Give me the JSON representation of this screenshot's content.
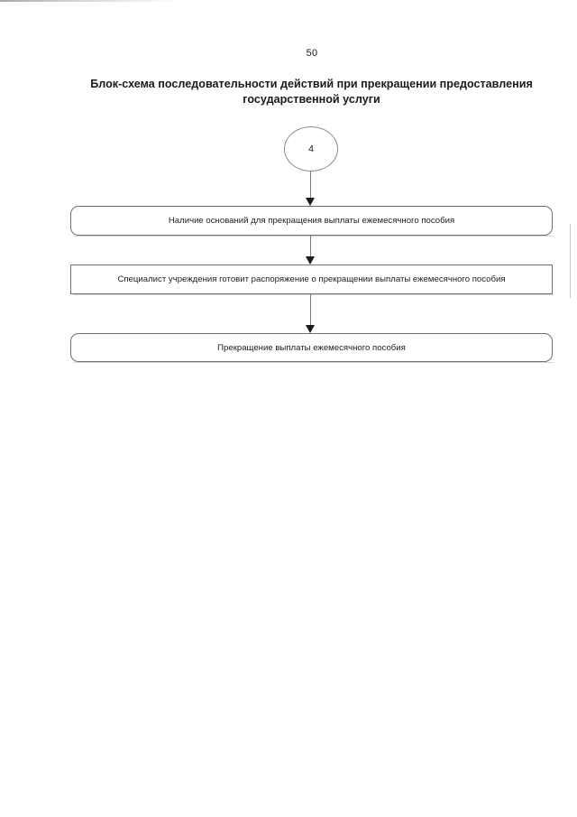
{
  "page": {
    "number": "50",
    "title_line1": "Блок-схема последовательности действий при прекращении предоставления",
    "title_line2": "государственной услуги"
  },
  "flowchart": {
    "connector": {
      "label": "4",
      "shape": "ellipse"
    },
    "nodes": [
      {
        "id": "box-1",
        "label": "Наличие оснований для прекращения выплаты ежемесячного пособия",
        "shape": "rounded-rectangle"
      },
      {
        "id": "box-2",
        "label": "Специалист учреждения готовит распоряжение о прекращении выплаты ежемесячного пособия",
        "shape": "rectangle"
      },
      {
        "id": "box-3",
        "label": "Прекращение выплаты ежемесячного пособия",
        "shape": "rounded-rectangle"
      }
    ],
    "arrows": [
      {
        "id": "arrow-1",
        "from": "connector",
        "to": "box-1",
        "direction": "down"
      },
      {
        "id": "arrow-2",
        "from": "box-1",
        "to": "box-2",
        "direction": "down"
      },
      {
        "id": "arrow-3",
        "from": "box-2",
        "to": "box-3",
        "direction": "down"
      }
    ]
  },
  "colors": {
    "background": "#ffffff",
    "text": "#1a1a1a",
    "node_border": "#6f6f6f",
    "connector_border": "#8d8d8d",
    "arrow": "#1b1b1b"
  }
}
